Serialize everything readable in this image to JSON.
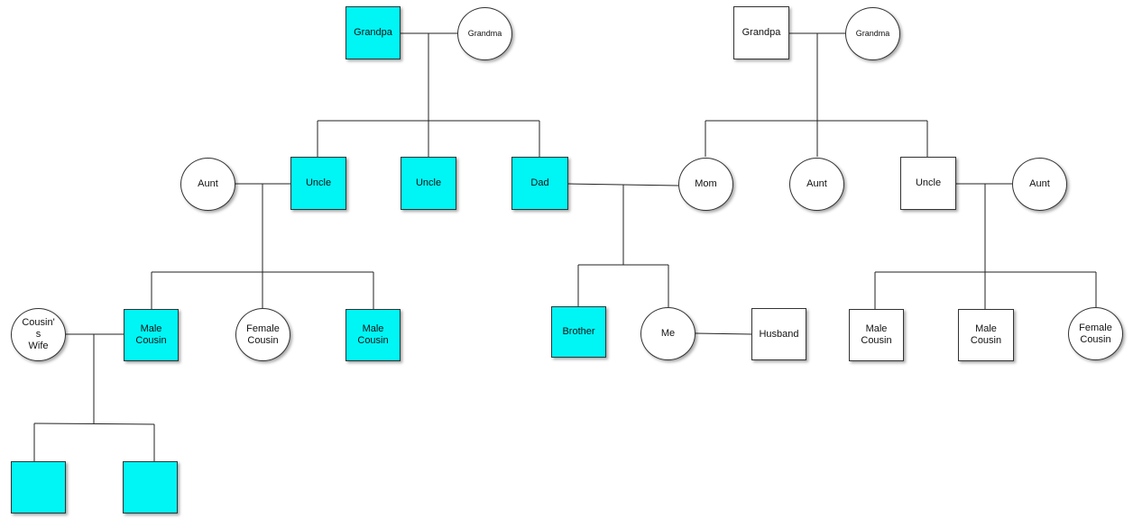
{
  "colors": {
    "highlight": "#00f5f5",
    "plain": "#ffffff",
    "line": "#222222"
  },
  "paternal": {
    "grandpa": "Grandpa",
    "grandma": "Grandma",
    "aunt_by_marriage": "Aunt",
    "uncle_1": "Uncle",
    "uncle_2": "Uncle",
    "dad": "Dad"
  },
  "maternal": {
    "grandpa": "Grandpa",
    "grandma": "Grandma",
    "mom": "Mom",
    "aunt": "Aunt",
    "uncle": "Uncle",
    "aunt_by_marriage": "Aunt"
  },
  "paternal_cousins": {
    "cousins_wife": "Cousin'\ns\nWife",
    "male_cousin_1": "Male\nCousin",
    "female_cousin": "Female\nCousin",
    "male_cousin_2": "Male\nCousin",
    "child_1": "",
    "child_2": ""
  },
  "siblings": {
    "brother": "Brother",
    "me": "Me",
    "husband": "Husband"
  },
  "maternal_cousins": {
    "male_cousin_1": "Male\nCousin",
    "male_cousin_2": "Male\nCousin",
    "female_cousin": "Female\nCousin"
  }
}
